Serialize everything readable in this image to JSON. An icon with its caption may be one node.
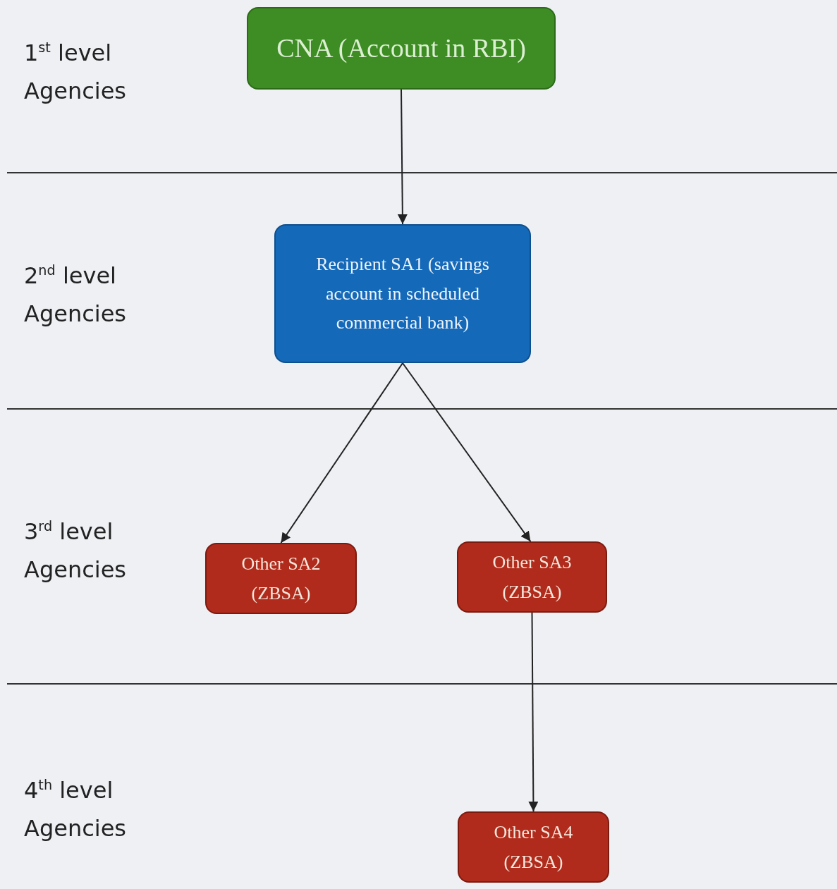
{
  "diagram": {
    "nodes": [
      {
        "text": [
          "CNA (Account in RBI)"
        ]
      },
      {
        "text": [
          "Recipient SA1 (savings account in scheduled commercial bank)"
        ]
      },
      {
        "text": [
          "Other SA2 (ZBSA)"
        ]
      },
      {
        "text": [
          "Other SA3 (ZBSA)"
        ]
      },
      {
        "text": [
          "Other SA4 (ZBSA)"
        ]
      }
    ],
    "edges": [
      {
        "from": 0,
        "to": 1,
        "arrow": "to"
      },
      {
        "from": 1,
        "to": 2,
        "arrow": "to"
      },
      {
        "from": 1,
        "to": 3,
        "arrow": "to"
      },
      {
        "from": 3,
        "to": 4,
        "arrow": "to"
      }
    ],
    "labels": [
      "1$^{st}$ level Agencies",
      "2$^{nd}$ level Agencies",
      "3$^{rd}$ level Agencies",
      "4$^{th}$ level Agencies"
    ]
  }
}
